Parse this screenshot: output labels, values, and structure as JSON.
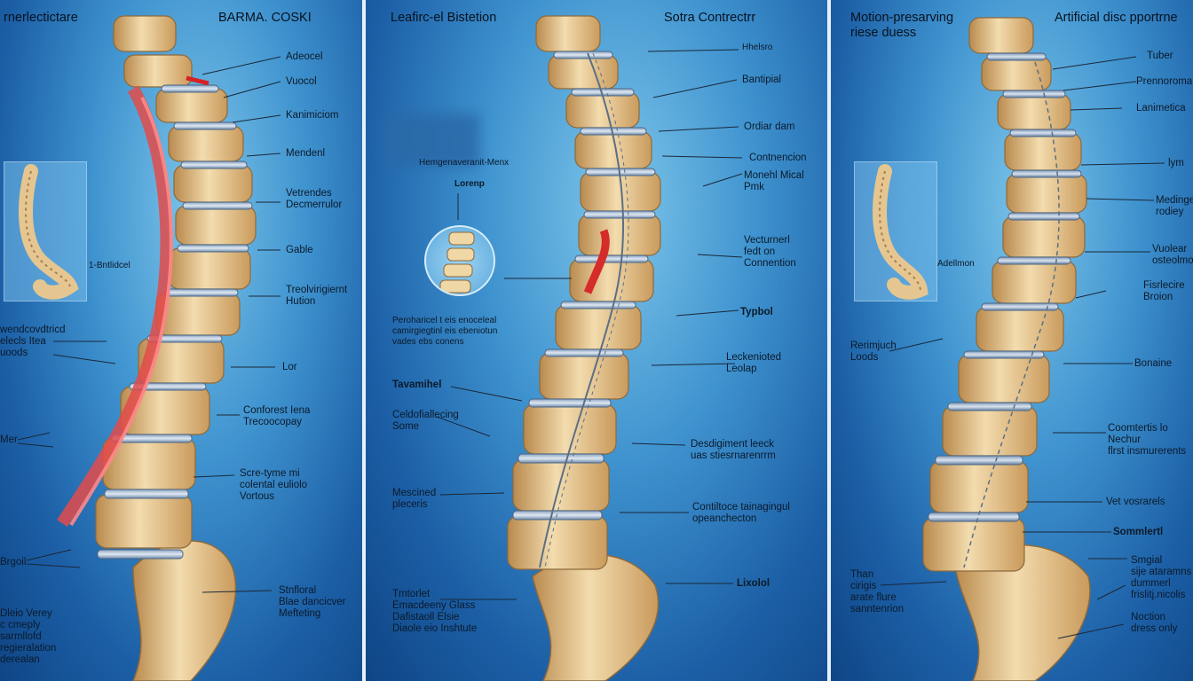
{
  "panels": [
    {
      "titles": [
        "rnerlectictare",
        "BARMA. COSKI"
      ],
      "labels": [
        "Adeocel",
        "Vuocol",
        "Kanimiciom",
        "Mendenl",
        "Vetrendes\nDecmerrulor",
        "Gable",
        "Treolvirigiernt\nHution",
        "wendcovdtricd\nelecls Itea\nuoods",
        "Lor",
        "Conforest Iena\nTrecoocopay",
        "Mer",
        "Scre-tyme mi\ncolental euliolo\nVortous",
        "Brgoil",
        "Stnfloral\nBlae dancicver\nMefteting",
        "Dleio Verey\nc cmeply\nsarmllofd\nregieralation\nderealan",
        "1-Bntlidcel"
      ]
    },
    {
      "titles": [
        "Leafirc-el Bistetion",
        "Sotra Contrectrr"
      ],
      "labels": [
        "Hhelsro",
        "Bantipial",
        "Ordiar dam",
        "Contnencion",
        "Monehl Mical\nPmk",
        "Vecturnerl\nfedt on\nConnention",
        "Typbol",
        "Leckenioted\nLeolap",
        "Desdigiment leeck\nuas stiesrnarenrrm",
        "Contiltoce tainagingul\nopeanchecton",
        "Lixolol",
        "Hemgenaveranit-Menx",
        "Lorenp",
        "Peroharicel t eis enoceleal\ncamirgiegtinl eis ebeniotun\nvades ebs conens",
        "Tavamihel",
        "Celdofiallecing\nSome",
        "Mescined\npleceris",
        "Tmtorlet\nEmacdeeny Glass\nDafistaoll Elsie\nDiaole eio Inshtute"
      ]
    },
    {
      "titles": [
        "Motion-presarving\nriese duess",
        "Artificial disc pportrne"
      ],
      "labels": [
        "Tuber",
        "Prennoromal",
        "Lanimetica",
        "lym",
        "Medinge\nrodiey",
        "Vuolear\nosteolmocic",
        "Fisrlecire\nBroion",
        "Bonaine",
        "Coomtertis lo Nechur\nflrst insmurerents",
        "Vet vosrarels",
        "Sommlertl",
        "Smgial\nsije ataramns\ndummerl\nfrislitj.nicolis",
        "Noction\ndress only",
        "Rerimjuch\nLoods",
        "Than\ncirigis\narate flure\nsanntenrion",
        "Adellmon"
      ]
    }
  ]
}
